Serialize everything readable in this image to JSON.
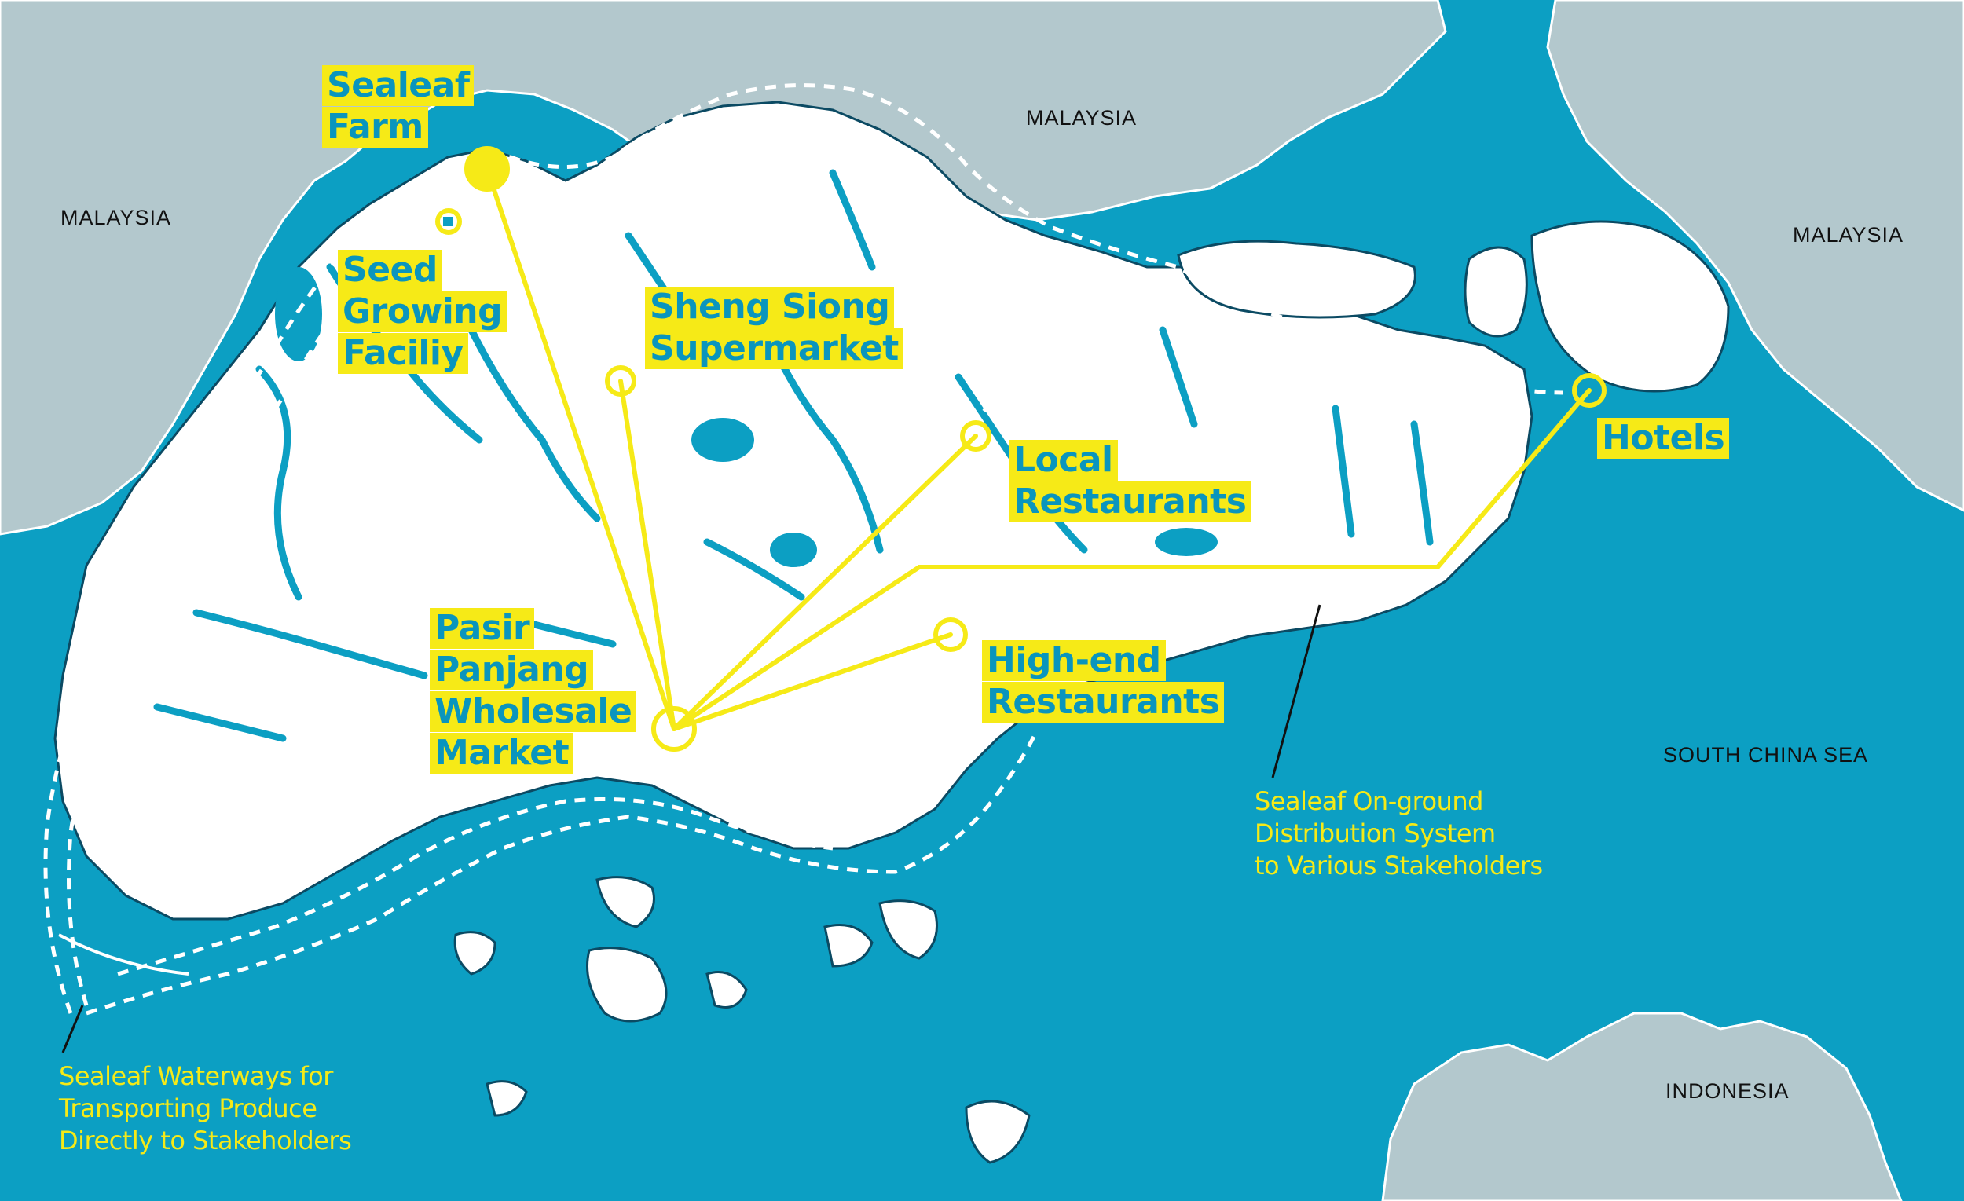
{
  "colors": {
    "sea": "#0c9fc3",
    "land_foreign": "#b3c8cd",
    "singapore": "#ffffff",
    "highlight": "#f6ea17",
    "label_text": "#0a95bd"
  },
  "countries": {
    "malaysia_west": "MALAYSIA",
    "malaysia_north": "MALAYSIA",
    "malaysia_east": "MALAYSIA",
    "indonesia": "INDONESIA",
    "south_china_sea": "SOUTH CHINA SEA"
  },
  "places": {
    "sealeaf_farm": [
      "Sealeaf",
      "Farm"
    ],
    "seed_facility": [
      "Seed",
      "Growing",
      "Faciliy"
    ],
    "sheng_siong": [
      "Sheng Siong",
      "Supermarket"
    ],
    "local_restaurants": [
      "Local",
      "Restaurants"
    ],
    "hotels": [
      "Hotels"
    ],
    "pasir_panjang": [
      "Pasir",
      "Panjang",
      "Wholesale",
      "Market"
    ],
    "high_end": [
      "High-end",
      "Restaurants"
    ]
  },
  "notes": {
    "onground": [
      "Sealeaf On-ground",
      "Distribution System",
      "to Various Stakeholders"
    ],
    "waterways": [
      "Sealeaf Waterways for",
      "Transporting Produce",
      "Directly to Stakeholders"
    ]
  }
}
